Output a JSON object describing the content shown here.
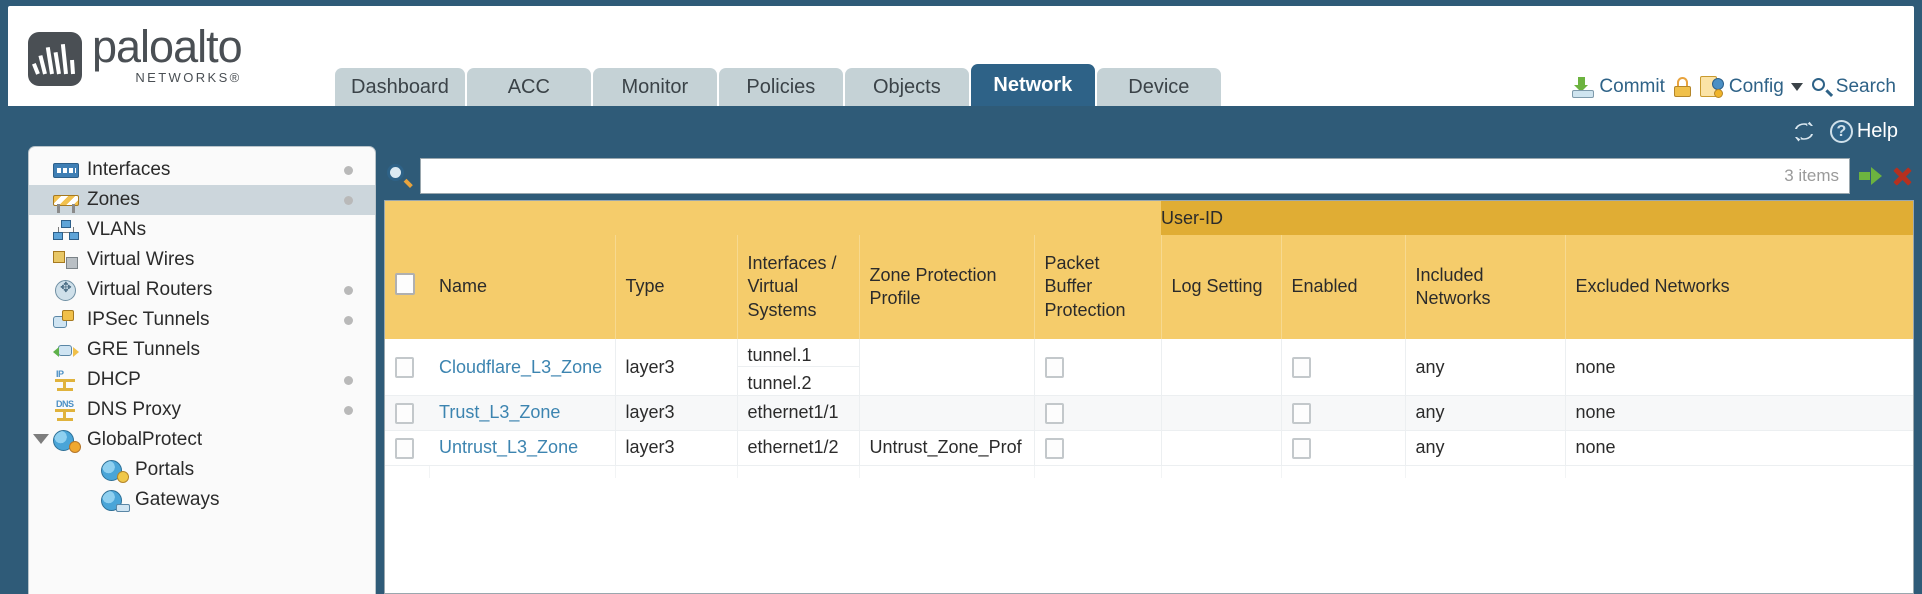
{
  "brand": {
    "name": "paloalto",
    "sub": "NETWORKS®",
    "logo_icon": "paloalto-logo-icon"
  },
  "nav_tabs": [
    {
      "label": "Dashboard",
      "active": false
    },
    {
      "label": "ACC",
      "active": false
    },
    {
      "label": "Monitor",
      "active": false
    },
    {
      "label": "Policies",
      "active": false
    },
    {
      "label": "Objects",
      "active": false
    },
    {
      "label": "Network",
      "active": true
    },
    {
      "label": "Device",
      "active": false
    }
  ],
  "top_actions": {
    "commit": "Commit",
    "commit_icon": "commit-icon",
    "lock_icon": "lock-icon",
    "config": "Config",
    "config_icon": "config-icon",
    "config_caret_icon": "chevron-down-icon",
    "search": "Search",
    "search_icon": "search-icon"
  },
  "util_bar": {
    "refresh_icon": "refresh-icon",
    "help": "Help",
    "help_icon": "help-icon",
    "help_glyph": "?"
  },
  "sidebar": {
    "items": [
      {
        "label": "Interfaces",
        "icon": "interfaces-icon",
        "dot": true,
        "selected": false,
        "child": false,
        "expander": false
      },
      {
        "label": "Zones",
        "icon": "zones-icon",
        "dot": true,
        "selected": true,
        "child": false,
        "expander": false
      },
      {
        "label": "VLANs",
        "icon": "vlans-icon",
        "dot": false,
        "selected": false,
        "child": false,
        "expander": false
      },
      {
        "label": "Virtual Wires",
        "icon": "virtual-wires-icon",
        "dot": false,
        "selected": false,
        "child": false,
        "expander": false
      },
      {
        "label": "Virtual Routers",
        "icon": "virtual-routers-icon",
        "dot": true,
        "selected": false,
        "child": false,
        "expander": false
      },
      {
        "label": "IPSec Tunnels",
        "icon": "ipsec-tunnels-icon",
        "dot": true,
        "selected": false,
        "child": false,
        "expander": false
      },
      {
        "label": "GRE Tunnels",
        "icon": "gre-tunnels-icon",
        "dot": false,
        "selected": false,
        "child": false,
        "expander": false
      },
      {
        "label": "DHCP",
        "icon": "dhcp-icon",
        "dot": true,
        "selected": false,
        "child": false,
        "expander": false
      },
      {
        "label": "DNS Proxy",
        "icon": "dns-proxy-icon",
        "dot": true,
        "selected": false,
        "child": false,
        "expander": false
      },
      {
        "label": "GlobalProtect",
        "icon": "globalprotect-icon",
        "dot": false,
        "selected": false,
        "child": false,
        "expander": true
      },
      {
        "label": "Portals",
        "icon": "portals-icon",
        "dot": false,
        "selected": false,
        "child": true,
        "expander": false
      },
      {
        "label": "Gateways",
        "icon": "gateways-icon",
        "dot": false,
        "selected": false,
        "child": true,
        "expander": false
      }
    ]
  },
  "search": {
    "value": "",
    "placeholder": "",
    "item_count": "3 items",
    "magnifier_icon": "search-icon",
    "apply_icon": "apply-filter-arrow-icon",
    "clear_icon": "clear-filter-x-icon"
  },
  "table": {
    "group_header": "User-ID",
    "columns": [
      "Name",
      "Type",
      "Interfaces / Virtual Systems",
      "Zone Protection Profile",
      "Packet Buffer Protection",
      "Log Setting",
      "Enabled",
      "Included Networks",
      "Excluded Networks"
    ],
    "rows": [
      {
        "name": "Cloudflare_L3_Zone",
        "type": "layer3",
        "interfaces": [
          "tunnel.1",
          "tunnel.2"
        ],
        "zone_protection_profile": "",
        "packet_buffer_protection": false,
        "log_setting": "",
        "userid_enabled": false,
        "included_networks": "any",
        "excluded_networks": "none"
      },
      {
        "name": "Trust_L3_Zone",
        "type": "layer3",
        "interfaces": [
          "ethernet1/1"
        ],
        "zone_protection_profile": "",
        "packet_buffer_protection": false,
        "log_setting": "",
        "userid_enabled": false,
        "included_networks": "any",
        "excluded_networks": "none"
      },
      {
        "name": "Untrust_L3_Zone",
        "type": "layer3",
        "interfaces": [
          "ethernet1/2"
        ],
        "zone_protection_profile": "Untrust_Zone_Prof",
        "packet_buffer_protection": false,
        "log_setting": "",
        "userid_enabled": false,
        "included_networks": "any",
        "excluded_networks": "none"
      }
    ]
  },
  "colors": {
    "brand_dark": "#4a4f54",
    "chrome_blue": "#2f5b78",
    "tab_active": "#2e6287",
    "tab_inactive": "#c5d2d6",
    "table_header": "#f5cc6b",
    "table_group_header": "#e0ad34",
    "link": "#3c84b0",
    "commit_green": "#6cb33f",
    "clear_red": "#b5301f"
  }
}
